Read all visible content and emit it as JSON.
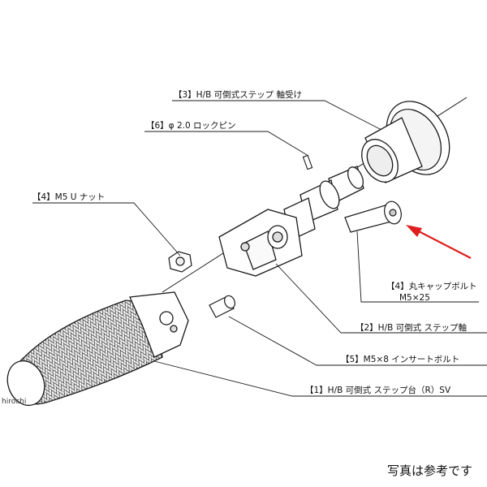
{
  "labels": {
    "part3": "【3】H/B 可倒式ステップ 軸受け",
    "part6": "【6】φ 2.0 ロックピン",
    "part4nut": "【4】M5 U ナット",
    "part4bolt_line1": "【4】丸キャップボルト",
    "part4bolt_line2": "M5×25",
    "part2": "【2】H/B 可倒式 ステップ軸",
    "part5": "【5】M5×8 インサートボルト",
    "part1": "【1】H/B 可倒式 ステップ台（R）SV"
  },
  "watermark": "hirochi",
  "footer_note": "写真は参考です",
  "colors": {
    "line": "#1a1a1a",
    "arrow": "#e02020",
    "background": "#ffffff"
  }
}
